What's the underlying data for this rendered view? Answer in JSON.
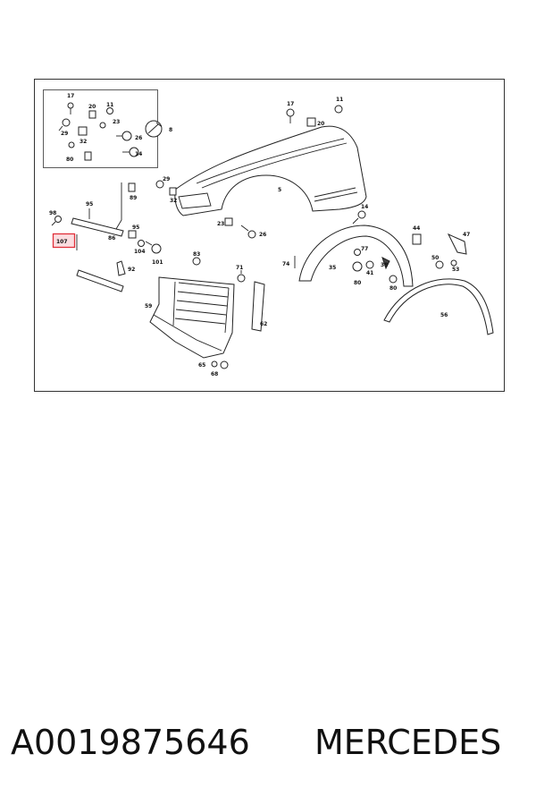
{
  "labels": {
    "box": {
      "p17": "17",
      "p20": "20",
      "p11": "11",
      "p23": "23",
      "p29": "29",
      "p32": "32",
      "p26": "26",
      "p80": "80",
      "p14": "14"
    },
    "callout8": "8",
    "fender": {
      "p17": "17",
      "p11": "11",
      "p20": "20",
      "p5": "5",
      "p29": "29",
      "p32": "32",
      "p89": "89",
      "p14": "14",
      "p23": "23",
      "p26": "26"
    },
    "front": {
      "p98": "98",
      "p95a": "95",
      "p107": "107",
      "p86": "86",
      "p95b": "95",
      "p104": "104",
      "p101": "101",
      "p92": "92"
    },
    "liner": {
      "p83": "83",
      "p71": "71",
      "p59": "59",
      "p62": "62",
      "p65": "65",
      "p68": "68"
    },
    "arch": {
      "p74": "74",
      "p77": "77",
      "p35": "35",
      "p38": "38",
      "p41": "41",
      "p80a": "80",
      "p80b": "80",
      "p44": "44",
      "p47": "47",
      "p50": "50",
      "p53": "53",
      "p56": "56"
    }
  },
  "caption": {
    "part_number": "A0019875646",
    "brand": "MERCEDES"
  },
  "colors": {
    "highlight": "#e0303a",
    "highlight_fill": "#fbdde0"
  }
}
